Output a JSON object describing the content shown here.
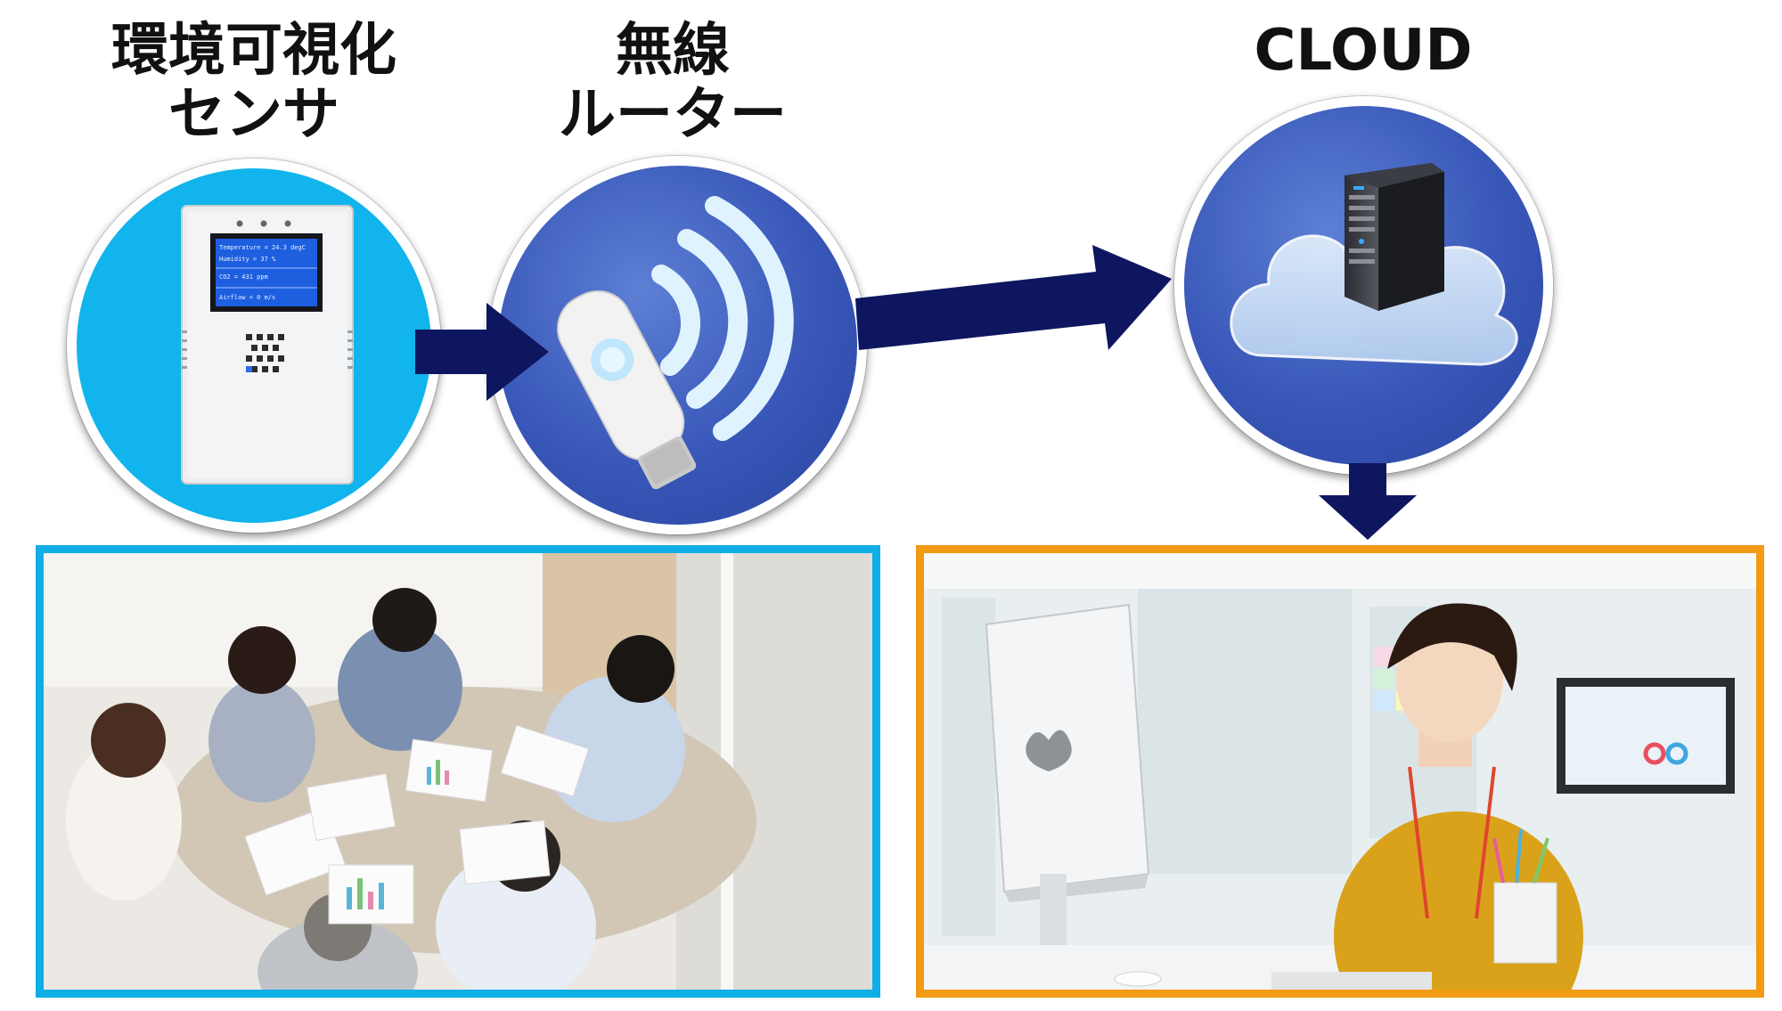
{
  "labels": {
    "sensor": [
      "環境可視化",
      "センサ"
    ],
    "router": [
      "無線",
      "ルーター"
    ],
    "cloud": "CLOUD"
  },
  "sensor_screen": {
    "rows": [
      "Temperature = 24.3 degC",
      "Humidity = 37 %",
      "CO2 = 431 ppm",
      "Airflow = 0 m/s"
    ]
  },
  "colors": {
    "sensor_circle": "#11b4ec",
    "router_circle": "#3857b8",
    "cloud_circle": "#3857b8",
    "arrows": "#0f1660",
    "meeting_frame": "#10aee6",
    "office_frame": "#f29a14"
  },
  "icons": {
    "sensor": "sensor-device-icon",
    "router": "usb-wifi-dongle-icon",
    "cloud": "cloud-server-icon"
  }
}
